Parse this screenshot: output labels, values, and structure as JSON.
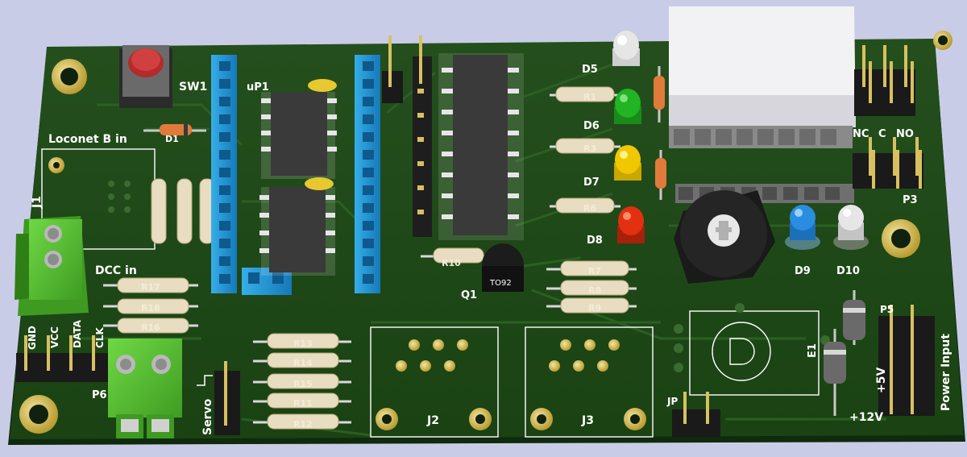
{
  "board": {
    "silkscreen": {
      "sw1": "SW1",
      "up1": "uP1",
      "loconet": "Loconet B in",
      "j1": "J1",
      "dcc_in": "DCC in",
      "d5": "D5",
      "d6": "D6",
      "d7": "D7",
      "d8": "D8",
      "d9": "D9",
      "d10": "D10",
      "q1": "Q1",
      "to92": "TO92",
      "j2": "J2",
      "j3": "J3",
      "e1": "E1",
      "p3": "P3",
      "p6": "P6",
      "servo": "Servo",
      "jp": "JP",
      "p5": "P5",
      "gnd": "GND",
      "vcc": "VCC",
      "data": "DATA",
      "clk": "CLK",
      "nc": "NC",
      "c": "C",
      "no": "NO",
      "plus5": "+5V",
      "plus12": "+12V",
      "power_input": "Power Input",
      "d1": "D1",
      "r1": "R1",
      "r3": "R3",
      "r6": "R6",
      "r7": "R7",
      "r8": "R8",
      "r9": "R9",
      "r10": "R10",
      "r11": "R11",
      "r12": "R12",
      "r13": "R13",
      "r14": "R14",
      "r15": "R15",
      "r16": "R16",
      "r17": "R17",
      "r18": "R18"
    },
    "colors": {
      "background": "#c9cce6",
      "pcb": "#1e4a17",
      "pcb_edge": "#0f2a0c",
      "trace": "#2a5e21",
      "pad": "#d8c050",
      "header_blue": "#1f96d8",
      "terminal_green": "#58c432",
      "led_red": "#e23010",
      "led_yellow": "#f0c800",
      "led_green": "#22b422",
      "led_blue": "#2a8ee0",
      "led_white": "#e6e6e6",
      "relay": "#f2f2f4",
      "ic": "#3a3a3a",
      "resistor": "#e8ddc0"
    }
  }
}
